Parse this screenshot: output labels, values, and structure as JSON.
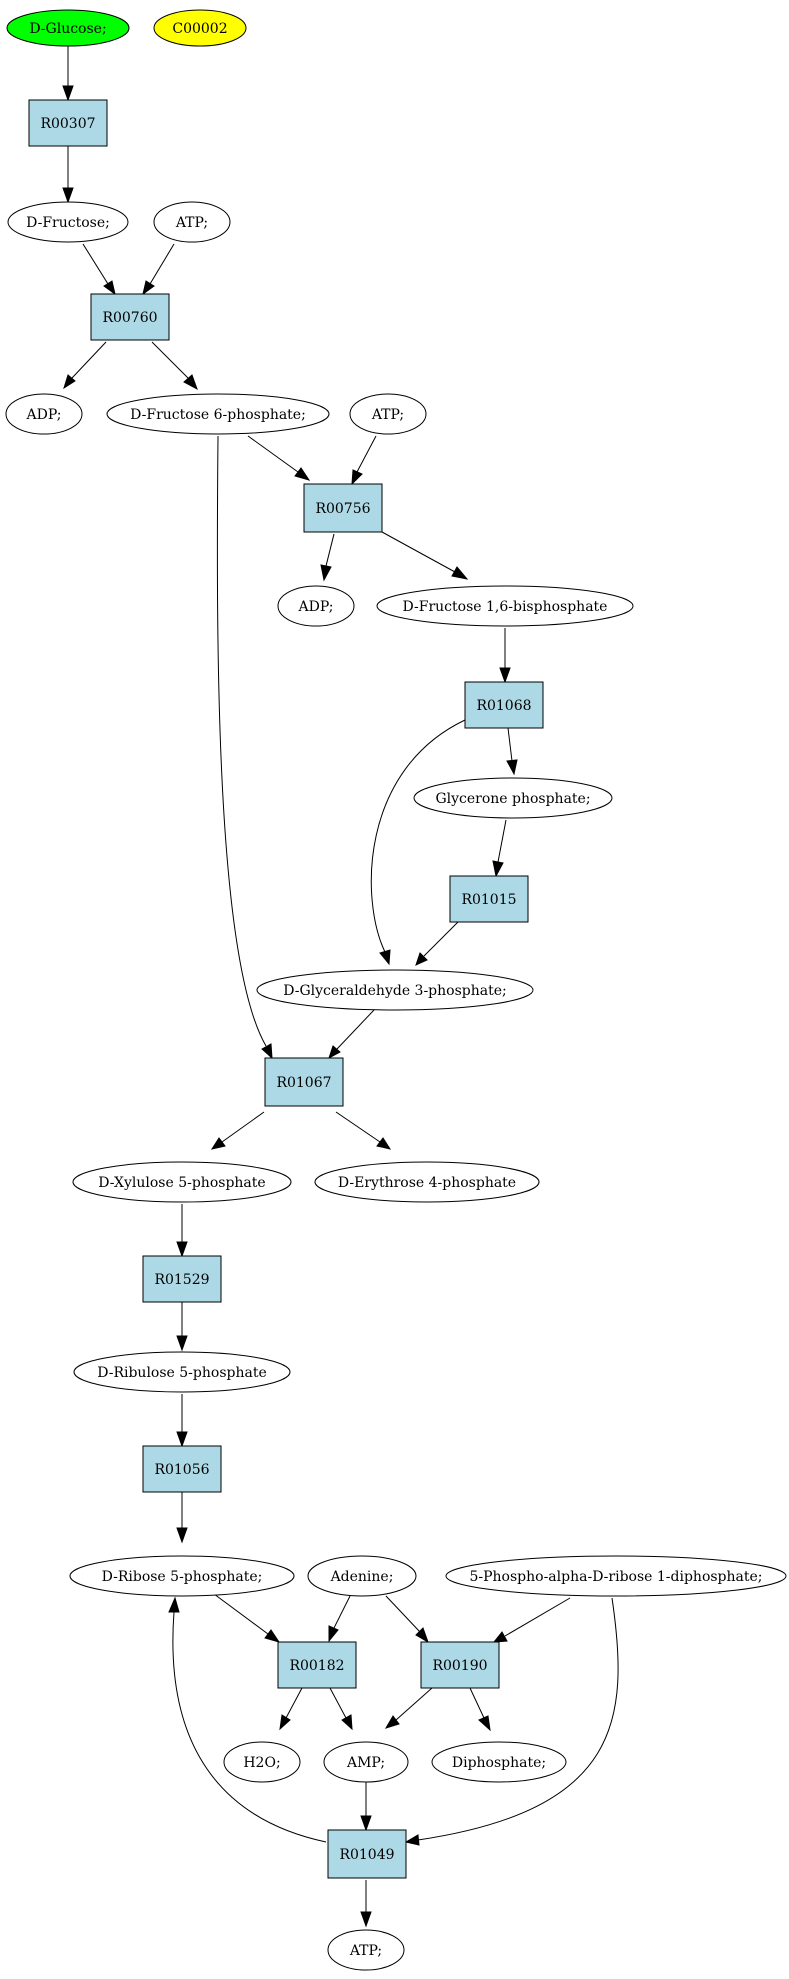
{
  "diagram": {
    "colors": {
      "reaction_fill": "#add8e6",
      "compound_fill": "#ffffff",
      "query_start_fill": "#00ff00",
      "query_target_fill": "#ffff00",
      "stroke": "#000000"
    },
    "reactions": {
      "r00307": "R00307",
      "r00760": "R00760",
      "r00756": "R00756",
      "r01068": "R01068",
      "r01015": "R01015",
      "r01067": "R01067",
      "r01529": "R01529",
      "r01056": "R01056",
      "r00182": "R00182",
      "r00190": "R00190",
      "r01049": "R01049"
    },
    "compounds": {
      "d_glucose": "D-Glucose;",
      "c00002": "C00002",
      "d_fructose": "D-Fructose;",
      "atp_1": "ATP;",
      "adp_1": "ADP;",
      "f6p": "D-Fructose 6-phosphate;",
      "atp_2": "ATP;",
      "adp_2": "ADP;",
      "fbp": "D-Fructose 1,6-bisphosphate",
      "dhap": "Glycerone phosphate;",
      "g3p": "D-Glyceraldehyde 3-phosphate;",
      "xu5p": "D-Xylulose 5-phosphate",
      "e4p": "D-Erythrose 4-phosphate",
      "ru5p": "D-Ribulose 5-phosphate",
      "r5p": "D-Ribose 5-phosphate;",
      "adenine": "Adenine;",
      "prpp": "5-Phospho-alpha-D-ribose 1-diphosphate;",
      "h2o": "H2O;",
      "amp": "AMP;",
      "diphosphate": "Diphosphate;",
      "atp_3": "ATP;"
    }
  }
}
